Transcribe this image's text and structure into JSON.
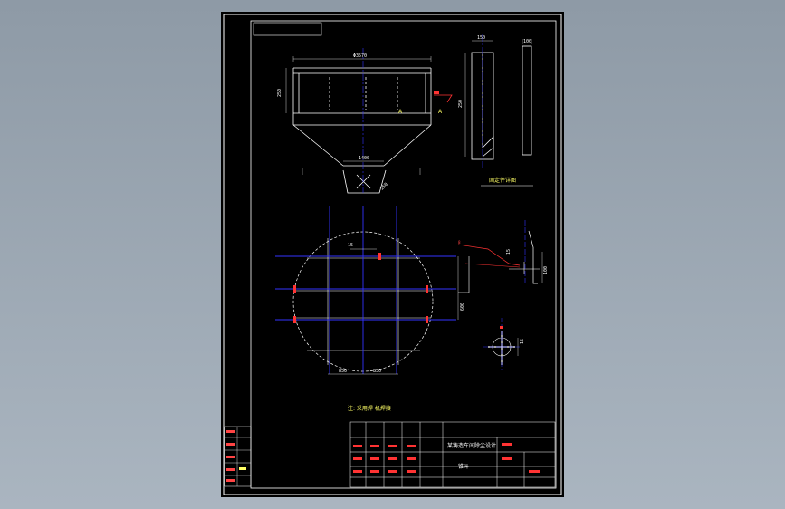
{
  "drawing": {
    "dims": {
      "top_width": "Φ3570",
      "top_height": "250",
      "bottom_width": "1400",
      "slope_dim": "250",
      "section_A_left": "A",
      "section_A_right": "A",
      "side_width": "150",
      "side_width2": "100",
      "side_height": "250",
      "plan_15": "15",
      "plan_850_left": "850",
      "plan_850_right": "850",
      "plan_side": "600",
      "detail_15": "15",
      "detail_100": "100",
      "detail_bottom_15": "15",
      "weld_red": "8"
    },
    "notes": {
      "side_view_caption": "固定件详图",
      "bottom_note": "注: 采用焊 机焊接"
    },
    "title_block": {
      "product_name": "某铸造车间除尘设计",
      "part_name": "锥斗"
    },
    "colors": {
      "sheet_bg": "#000000",
      "line": "#ffffff",
      "center": "#3333ff",
      "text": "#ffff66",
      "red": "#ff3333"
    }
  }
}
